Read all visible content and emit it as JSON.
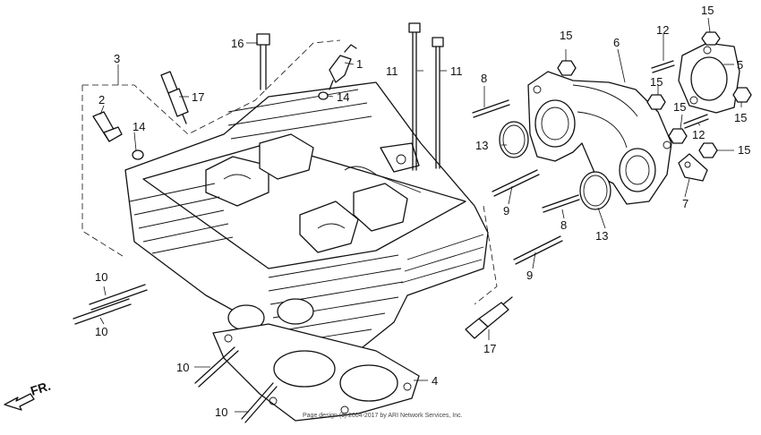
{
  "labels": {
    "p1": "1",
    "p2": "2",
    "p3": "3",
    "p4": "4",
    "p5": "5",
    "p6": "6",
    "p7": "7",
    "p8a": "8",
    "p8b": "8",
    "p9a": "9",
    "p9b": "9",
    "p10a": "10",
    "p10b": "10",
    "p10c": "10",
    "p10d": "10",
    "p11a": "11",
    "p11b": "11",
    "p12a": "12",
    "p12b": "12",
    "p13a": "13",
    "p13b": "13",
    "p14a": "14",
    "p14b": "14",
    "p15a": "15",
    "p15b": "15",
    "p15c": "15",
    "p15d": "15",
    "p15e": "15",
    "p15f": "15",
    "p16": "16",
    "p17a": "17",
    "p17b": "17"
  },
  "direction_label": "FR.",
  "copyright": "Page design (c) 2004-2017 by ARI Network Services, Inc."
}
